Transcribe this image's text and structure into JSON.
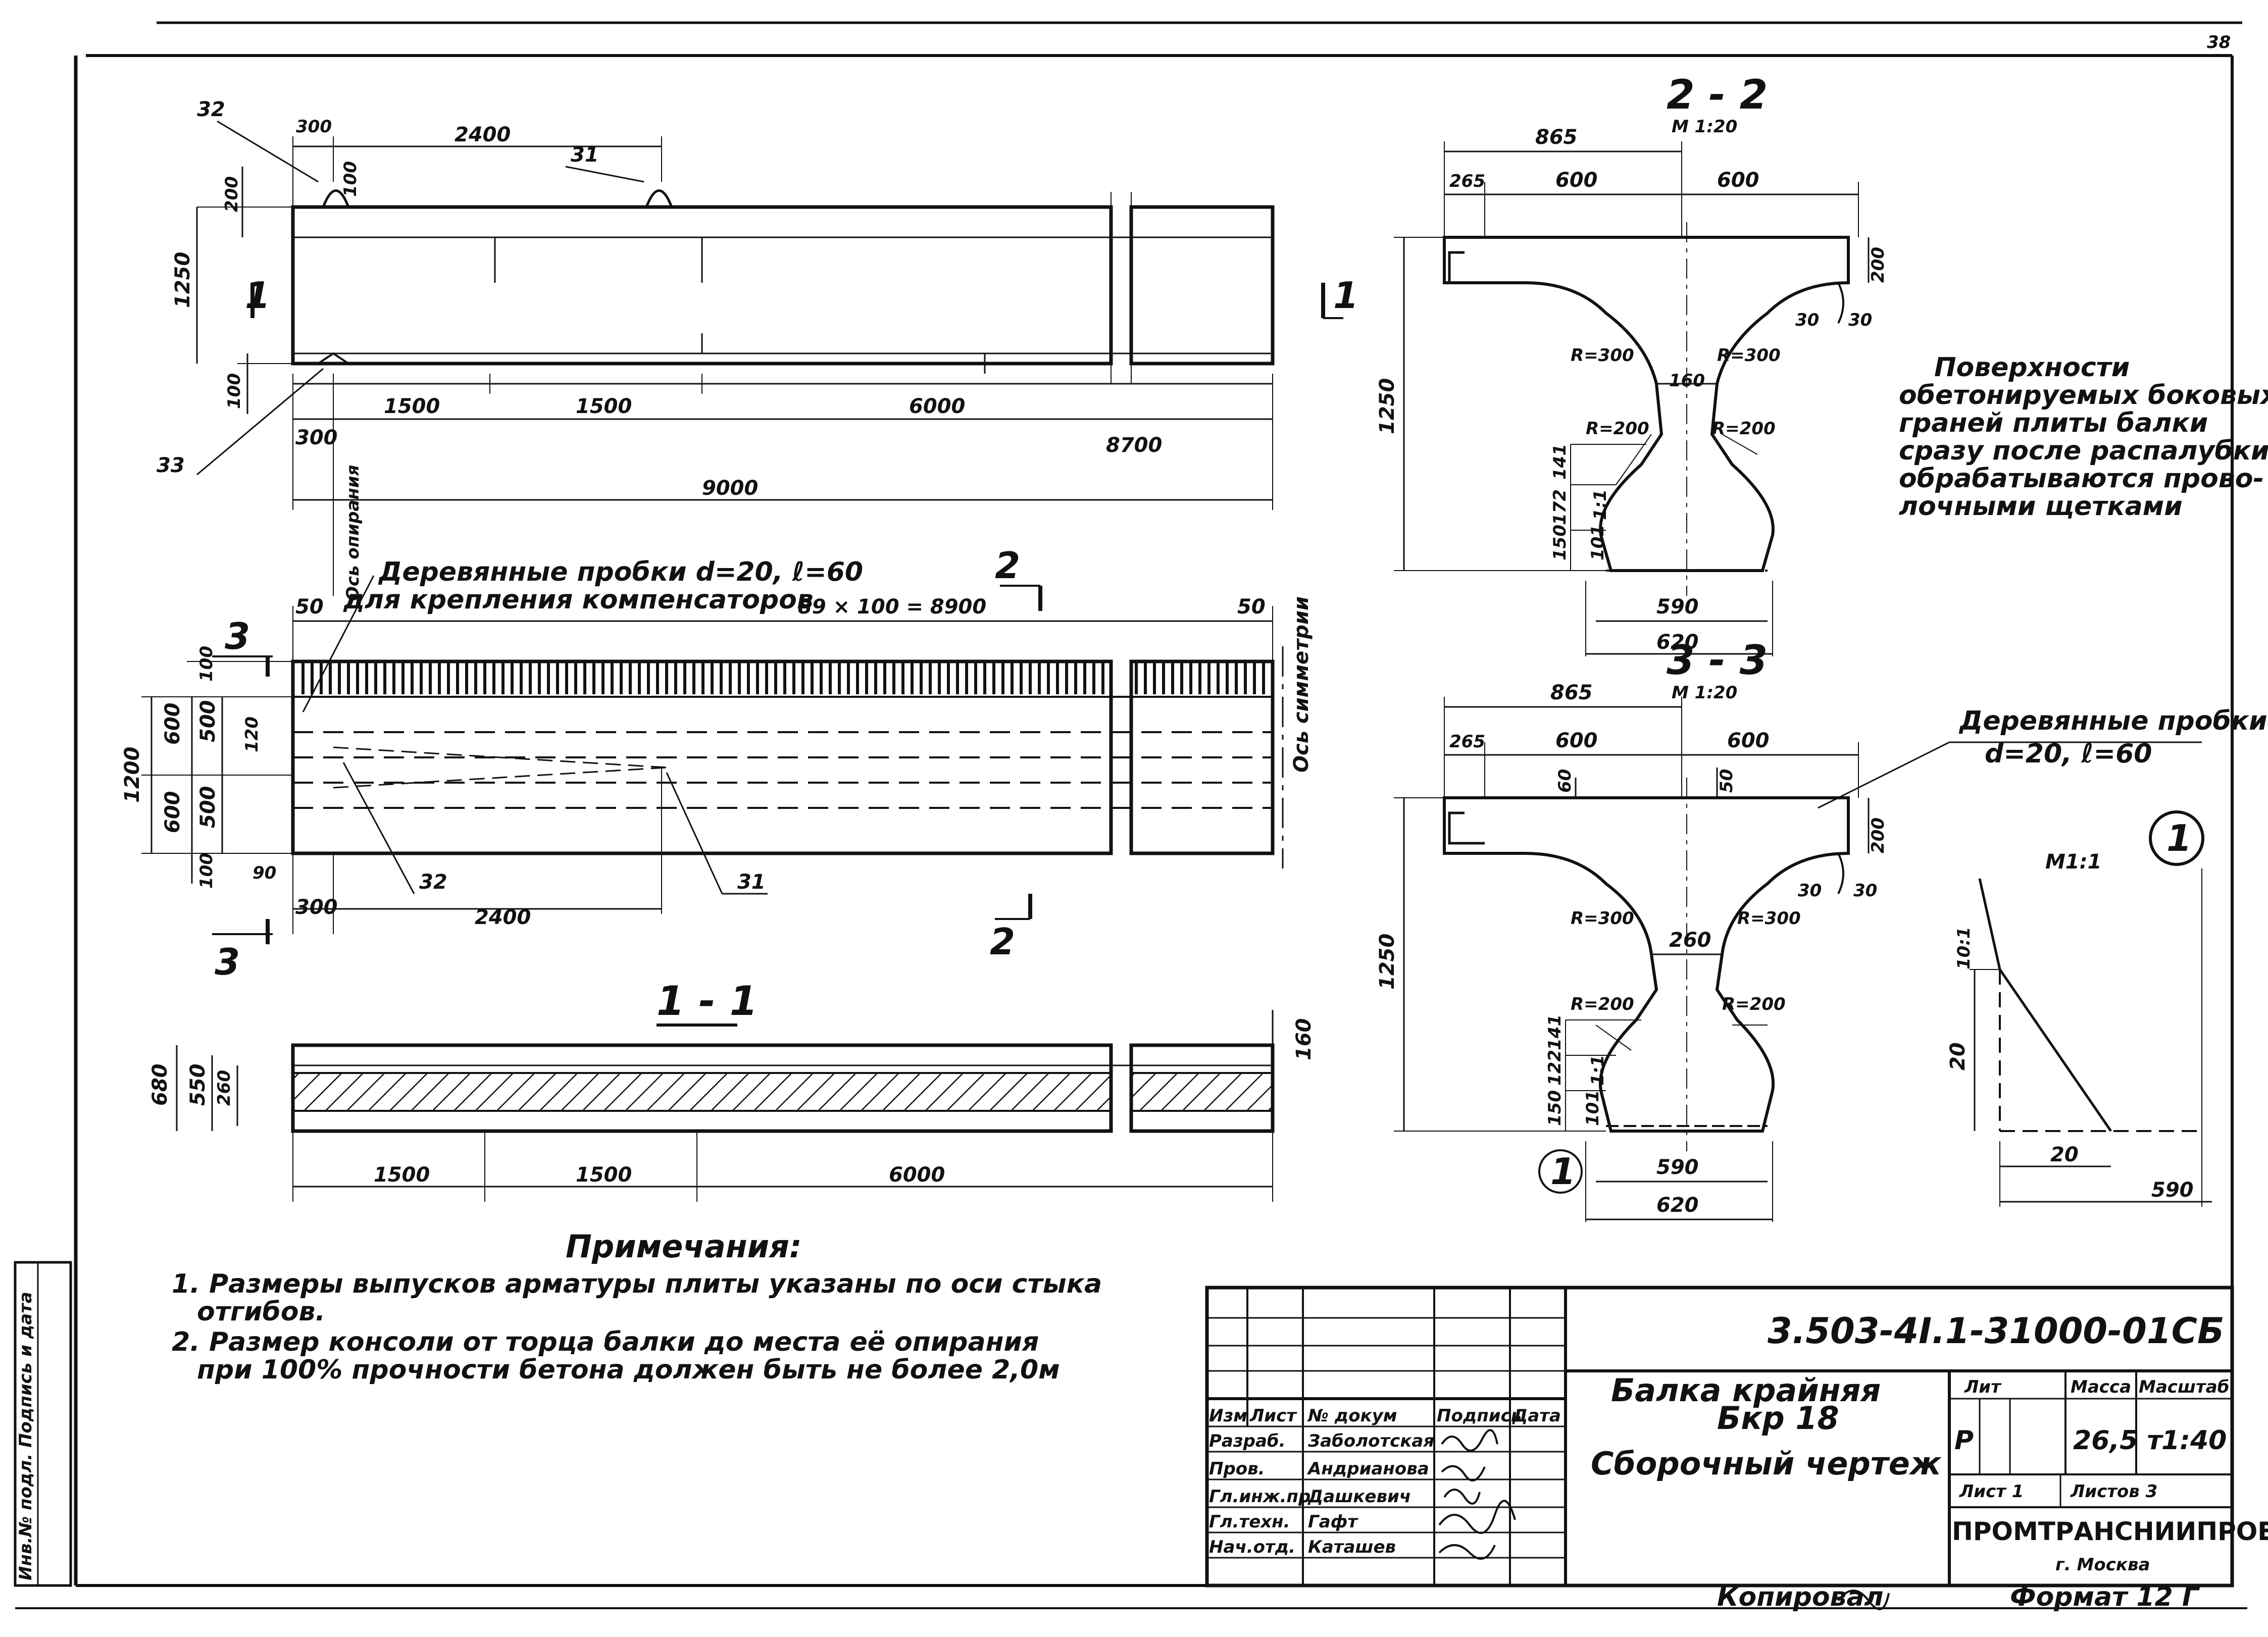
{
  "drawing": {
    "code": "3.503-4І.1-31000-01СБ",
    "title_line1": "Балка крайняя",
    "title_line2": "Бкр 18",
    "title_line3": "Сборочный чертеж",
    "organization": "ПРОМТРАНСНИИПРОЕКТ",
    "city": "г. Москва",
    "copied_label": "Копировал",
    "format_label": "Формат 12 Г",
    "corner_mark": "38"
  },
  "title_block": {
    "header": [
      "Изм",
      "Лист",
      "№ докум",
      "Подпись",
      "Дата"
    ],
    "rows": [
      {
        "role": "Разраб.",
        "name": "Заболотская"
      },
      {
        "role": "Пров.",
        "name": "Андрианова"
      },
      {
        "role": "Гл.инж.пр",
        "name": "Дашкевич"
      },
      {
        "role": "Гл.техн.",
        "name": "Гафт"
      },
      {
        "role": "Нач.отд.",
        "name": "Каташев"
      }
    ],
    "lit_label": "Лит",
    "mass_label": "Масса",
    "scale_label": "Масштаб",
    "lit_value": "Р",
    "mass_value": "26,5 т",
    "scale_value": "1:40",
    "sheet_label": "Лист 1",
    "sheets_label": "Листов 3"
  },
  "notes": {
    "heading": "Примечания:",
    "items": [
      "1. Размеры выпусков арматуры плиты указаны по оси стыка",
      "отгибов.",
      "2. Размер консоли от торца балки до места её опирания",
      "при 100% прочности бетона должен быть не более 2,0м"
    ]
  },
  "side_stamp": "Инв.№ подл. Подпись и дата",
  "elevation": {
    "dims_top": [
      "300",
      "2400"
    ],
    "dims_bottom": [
      "1500",
      "1500",
      "6000"
    ],
    "dims_300": "300",
    "dims_8700": "8700",
    "dims_9000": "9000",
    "left_dims": [
      "200",
      "1250",
      "100",
      "100"
    ],
    "section_mark": "1",
    "callouts": [
      "32",
      "31",
      "33"
    ],
    "support_label": "Ось опирания"
  },
  "plan": {
    "note_line1": "Деревянные пробки d=20, ℓ=60",
    "note_line2": "для крепления компенсаторов",
    "pitch": "89 × 100 = 8900",
    "dims_50_left": "50",
    "dims_50_right": "50",
    "left_dims": [
      "1200",
      "600",
      "600",
      "500",
      "500",
      "100",
      "120",
      "100"
    ],
    "dims_90": "90",
    "dims_300": "300",
    "dims_2400": "2400",
    "callouts": [
      "32",
      "31"
    ],
    "section_marks": [
      "3",
      "2",
      "2",
      "3"
    ],
    "axis_label": "Ось симметрии"
  },
  "section_1_1": {
    "title": "1 - 1",
    "left_dims": [
      "680",
      "550",
      "260"
    ],
    "right_dim": "160",
    "bottom_dims": [
      "1500",
      "1500",
      "6000"
    ]
  },
  "section_2_2": {
    "title": "2 - 2",
    "scale": "М 1:20",
    "dims_top": [
      "865",
      "265",
      "600",
      "600"
    ],
    "dims": [
      "1250",
      "200",
      "30",
      "30",
      "160",
      "141",
      "172",
      "150",
      "101",
      "1:1"
    ],
    "radii": [
      "R=300",
      "R=300",
      "R=200",
      "R=200"
    ],
    "bottom_dims": [
      "590",
      "620"
    ]
  },
  "section_3_3": {
    "title": "3 - 3",
    "scale": "М 1:20",
    "dims_top": [
      "865",
      "265",
      "600",
      "600"
    ],
    "dims": [
      "1250",
      "200",
      "60",
      "50",
      "30",
      "30",
      "260",
      "141",
      "122",
      "150",
      "101",
      "1:1"
    ],
    "radii": [
      "R=300",
      "R=300",
      "R=200",
      "R=200"
    ],
    "bottom_dims": [
      "590",
      "620"
    ],
    "plugs_label1": "Деревянные пробки",
    "plugs_label2": "d=20, ℓ=60",
    "detail_mark": "1"
  },
  "surface_note": [
    "Поверхности",
    "обетонируемых боковых",
    "граней плиты балки",
    "сразу после распалубки",
    "обрабатываются прово-",
    "лочными щетками"
  ],
  "detail_1": {
    "mark": "1",
    "scale": "М1:1",
    "dims": [
      "10:1",
      "20",
      "20",
      "590"
    ]
  }
}
